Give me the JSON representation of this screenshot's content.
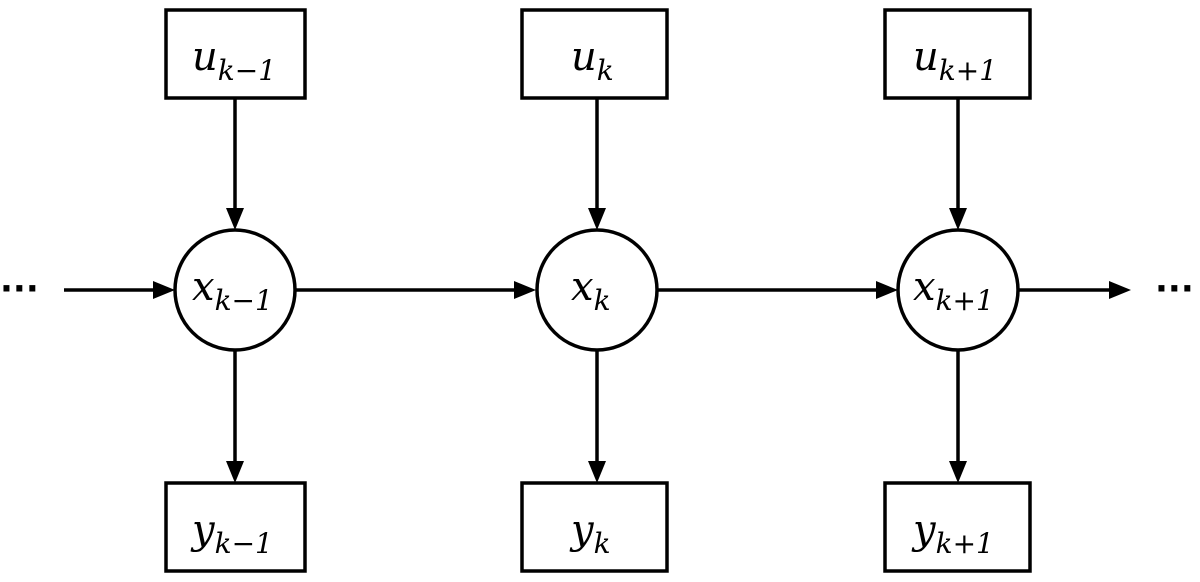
{
  "columns": [
    {
      "input": {
        "var": "u",
        "sub": "k−1"
      },
      "state": {
        "var": "x",
        "sub": "k−1"
      },
      "output": {
        "var": "y",
        "sub": "k−1"
      }
    },
    {
      "input": {
        "var": "u",
        "sub": "k"
      },
      "state": {
        "var": "x",
        "sub": "k"
      },
      "output": {
        "var": "y",
        "sub": "k"
      }
    },
    {
      "input": {
        "var": "u",
        "sub": "k+1"
      },
      "state": {
        "var": "x",
        "sub": "k+1"
      },
      "output": {
        "var": "y",
        "sub": "k+1"
      }
    }
  ],
  "ellipsis": {
    "left": "···",
    "right": "···"
  },
  "colors": {
    "stroke": "#000000",
    "background": "#ffffff"
  }
}
